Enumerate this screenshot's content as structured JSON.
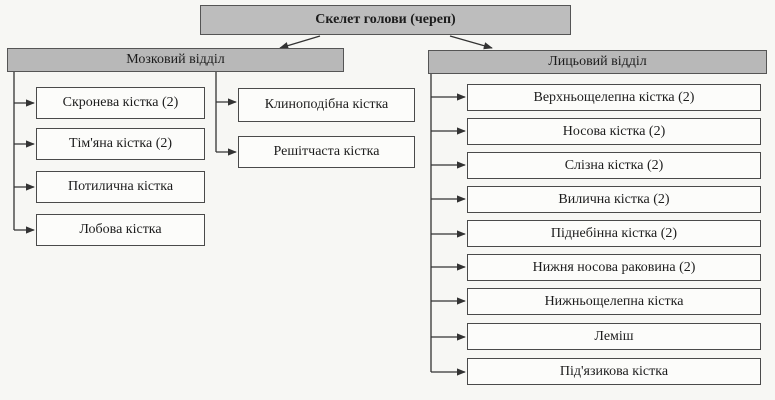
{
  "root": {
    "label": "Скелет голови (череп)"
  },
  "cranial": {
    "label": "Мозковий відділ",
    "left_items": [
      "Скронева кістка (2)",
      "Тім'яна кістка (2)",
      "Потилична кістка",
      "Лобова кістка"
    ],
    "right_items": [
      "Клиноподібна кістка",
      "Решітчаста кістка"
    ]
  },
  "facial": {
    "label": "Лицьовий відділ",
    "items": [
      "Верхньощелепна кістка (2)",
      "Носова кістка (2)",
      "Слізна кістка (2)",
      "Вилична кістка (2)",
      "Піднебінна кістка (2)",
      "Нижня носова раковина (2)",
      "Нижньощелепна кістка",
      "Леміш",
      "Під'язикова кістка"
    ]
  },
  "colors": {
    "header_fill": "#b8b8b8",
    "box_fill": "#fcfcfa",
    "line": "#333333"
  }
}
